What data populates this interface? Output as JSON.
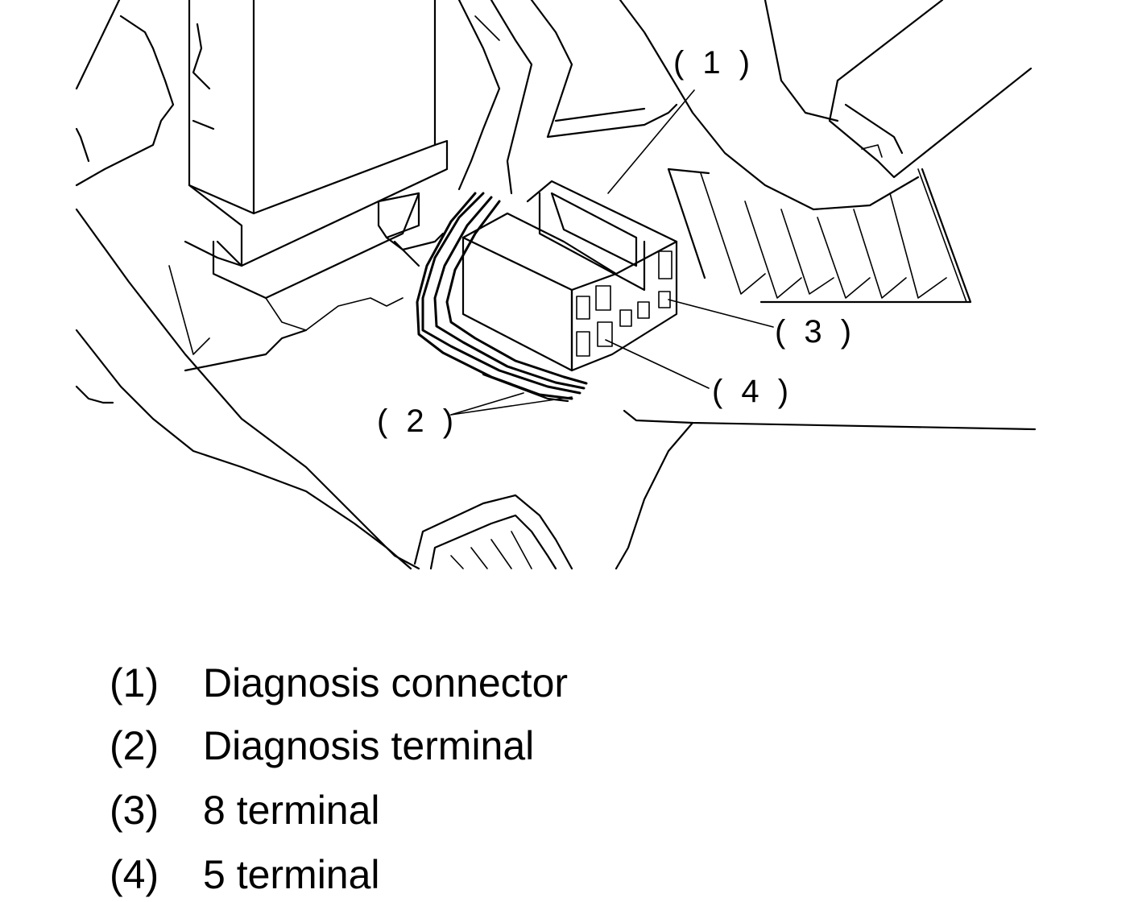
{
  "figure": {
    "callouts": [
      {
        "id": "1",
        "text": "( 1 )"
      },
      {
        "id": "2",
        "text": "( 2 )"
      },
      {
        "id": "3",
        "text": "( 3 )"
      },
      {
        "id": "4",
        "text": "( 4 )"
      }
    ]
  },
  "legend": {
    "items": [
      {
        "num": "(1)",
        "text": "Diagnosis connector"
      },
      {
        "num": "(2)",
        "text": "Diagnosis terminal"
      },
      {
        "num": "(3)",
        "text": "8 terminal"
      },
      {
        "num": "(4)",
        "text": "5 terminal"
      }
    ]
  }
}
